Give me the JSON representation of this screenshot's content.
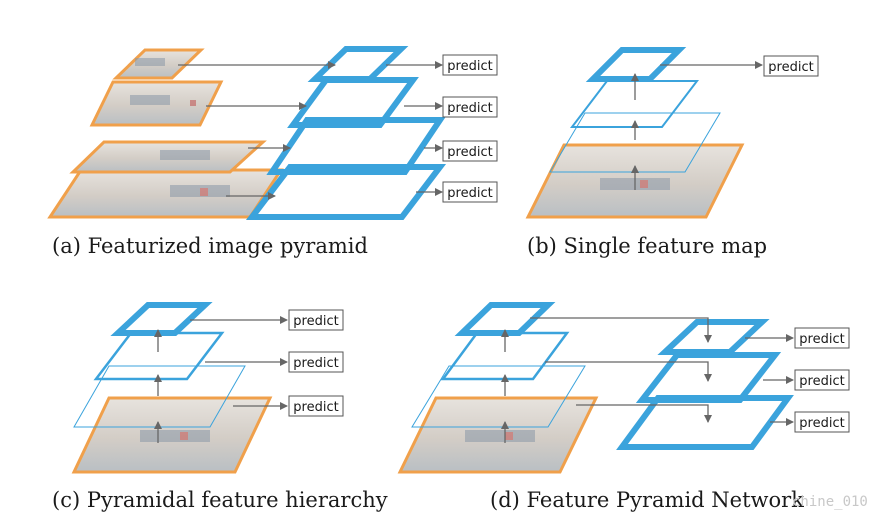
{
  "colors": {
    "feature_blue": "#3ba3dc",
    "image_orange": "#f0a04b",
    "image_fill": "#d9d4cd",
    "arrow_gray": "#666666"
  },
  "predict_label": "predict",
  "panels": {
    "a": {
      "caption": "(a) Featurized image pyramid"
    },
    "b": {
      "caption": "(b) Single feature map"
    },
    "c": {
      "caption": "(c) Pyramidal feature hierarchy"
    },
    "d": {
      "caption": "(d) Feature Pyramid Network"
    }
  },
  "watermark": "chine_010"
}
